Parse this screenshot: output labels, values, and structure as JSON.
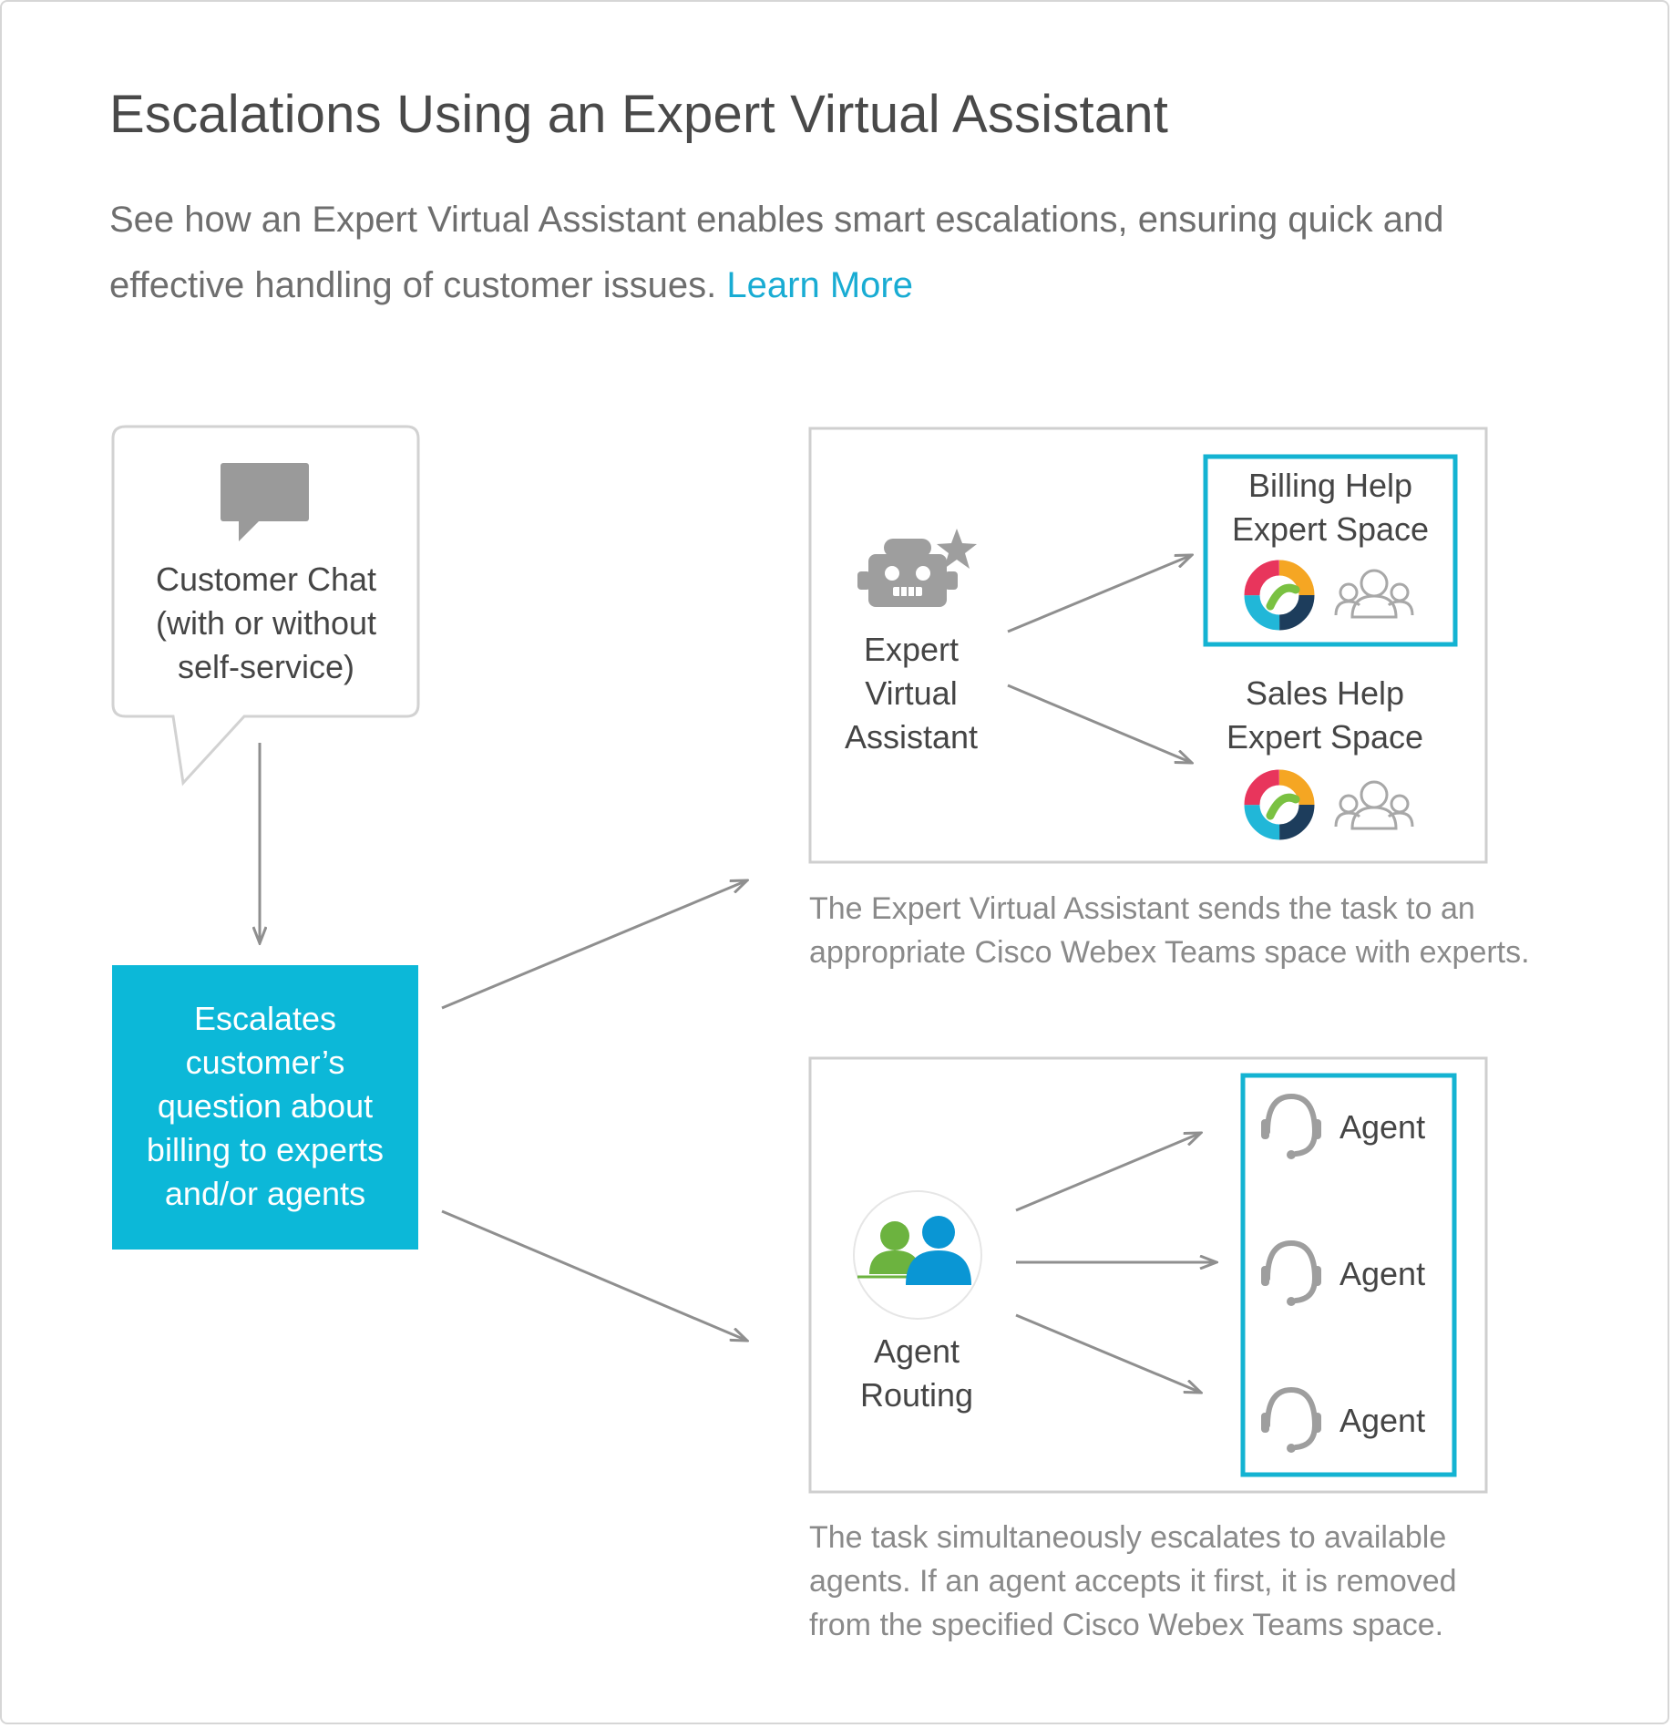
{
  "title": "Escalations Using an Expert Virtual Assistant",
  "intro": {
    "text": "See how an Expert Virtual Assistant enables smart escalations, ensuring quick and effective handling of customer issues.",
    "link_label": "Learn More"
  },
  "customer_chat": {
    "lines": [
      "Customer Chat",
      "(with or without",
      "self-service)"
    ],
    "icon": "chat-bubble-icon"
  },
  "escalates": {
    "lines": [
      "Escalates",
      "customer’s",
      "question about",
      "billing to experts",
      "and/or agents"
    ]
  },
  "expert_virtual_assistant": {
    "lines": [
      "Expert",
      "Virtual",
      "Assistant"
    ],
    "icon": "robot-star-icon"
  },
  "billing_space": {
    "lines": [
      "Billing Help",
      "Expert Space"
    ]
  },
  "sales_space": {
    "lines": [
      "Sales Help",
      "Expert Space"
    ]
  },
  "caption_expert": {
    "lines": [
      "The Expert Virtual Assistant sends the task to an",
      "appropriate Cisco Webex Teams space with experts."
    ]
  },
  "agent_routing": {
    "lines": [
      "Agent",
      "Routing"
    ],
    "icon": "agent-routing-icon"
  },
  "agents": [
    {
      "label": "Agent"
    },
    {
      "label": "Agent"
    },
    {
      "label": "Agent"
    }
  ],
  "caption_agents": {
    "lines": [
      "The task simultaneously escalates to available",
      "agents. If an agent accepts it first, it is removed",
      "from the specified Cisco Webex Teams space."
    ]
  },
  "colors": {
    "accent": "#19acd3",
    "escalate_box": "#0cb8d8",
    "highlight_border": "#14b3d2",
    "border_gray": "#cfcfcf",
    "arrow_gray": "#8f8f8f",
    "icon_gray": "#9e9e9e",
    "user_green": "#6cb33f",
    "user_blue": "#0a96d4"
  }
}
